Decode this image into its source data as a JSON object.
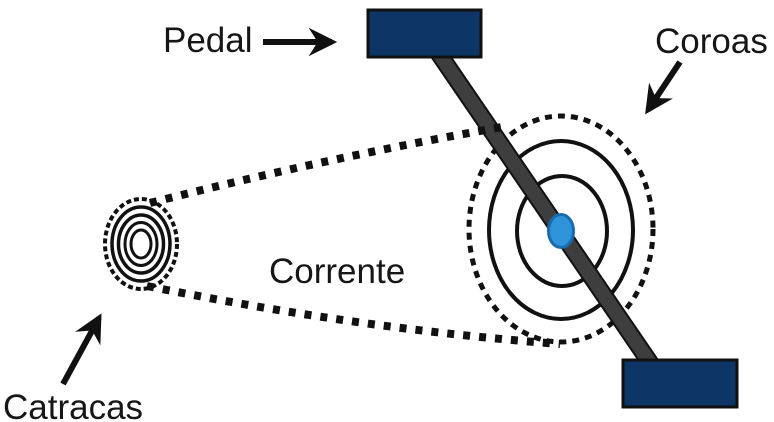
{
  "diagram": {
    "description": "Bicycle drivetrain diagram with Portuguese labels",
    "labels": {
      "pedal": "Pedal",
      "coroas": "Coroas",
      "corrente": "Corrente",
      "catracas": "Catracas"
    },
    "colors": {
      "background": "#ffffff",
      "pedal_block": "#0d3566",
      "crank_arm": "#3e3e3e",
      "hub": "#2e93d8",
      "hub_border": "#1a6ab0",
      "ink": "#111111"
    }
  }
}
